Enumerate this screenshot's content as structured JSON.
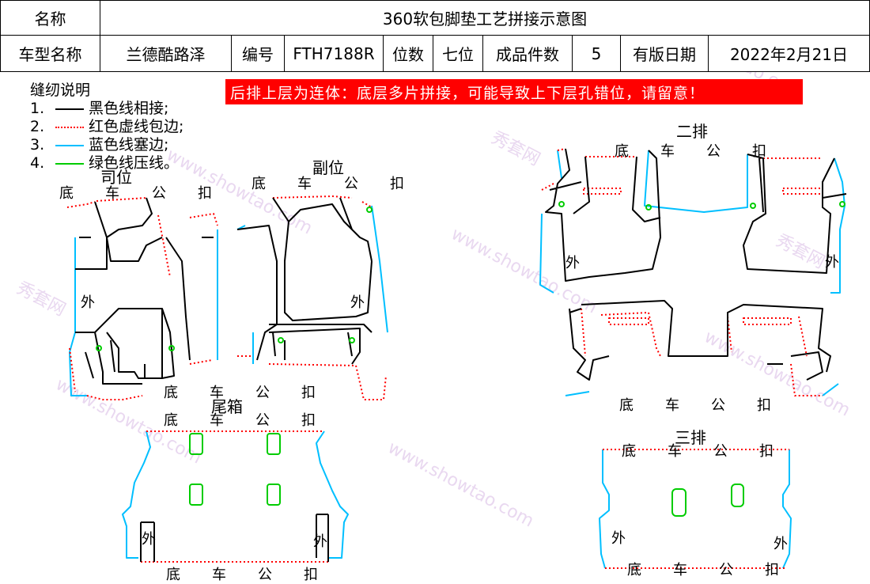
{
  "header": {
    "name_label": "名称",
    "title": "360软包脚垫工艺拼接示意图",
    "car_model_label": "车型名称",
    "car_model_value": "兰德酷路泽",
    "code_label": "编号",
    "code_value": "FTH7188R",
    "seats_label": "位数",
    "seats_value": "七位",
    "pieces_label": "成品件数",
    "pieces_value": "5",
    "date_label": "有版日期",
    "date_value": "2022年2月21日"
  },
  "legend": {
    "title": "缝纫说明",
    "items": [
      {
        "num": "1.",
        "text": "黑色线相接;",
        "color": "#000000",
        "style": "solid"
      },
      {
        "num": "2.",
        "text": "红色虚线包边;",
        "color": "#ff0000",
        "style": "dotted"
      },
      {
        "num": "3.",
        "text": "蓝色线塞边;",
        "color": "#00bfff",
        "style": "solid"
      },
      {
        "num": "4.",
        "text": "绿色线压线。",
        "color": "#00cc00",
        "style": "solid"
      }
    ]
  },
  "banner": "后排上层为连体：底层多片拼接，可能导致上下层孔错位，请留意！",
  "sections": {
    "driver": "司位",
    "passenger": "副位",
    "row2": "二排",
    "row3": "三排",
    "trunk": "尾箱"
  },
  "base_label": [
    "底",
    "车",
    "公",
    "扣"
  ],
  "outer": "外",
  "watermark": [
    "秀套网",
    "www.showtao.com"
  ],
  "colors": {
    "black": "#000000",
    "red": "#ff0000",
    "cyan": "#00bfff",
    "green": "#00cc00",
    "banner": "#ff0000"
  }
}
